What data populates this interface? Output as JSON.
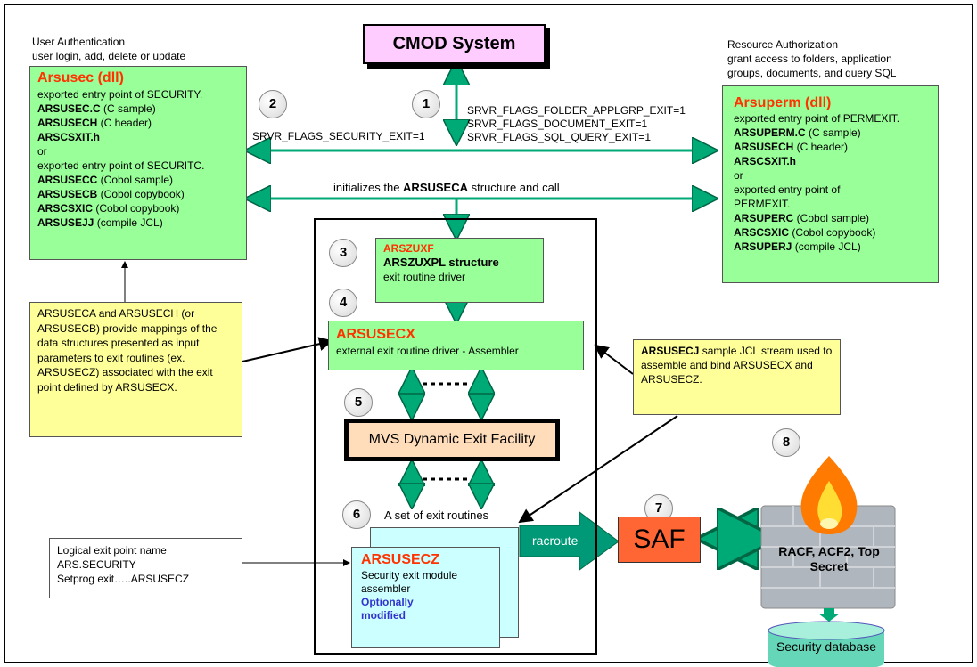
{
  "cmod_title": "CMOD System",
  "numbers": [
    "1",
    "2",
    "3",
    "4",
    "5",
    "6",
    "7",
    "8"
  ],
  "user_auth": {
    "title": "User Authentication",
    "subtitle": "user login, add, delete or update"
  },
  "arsusec": {
    "title": "Arsusec (dll)",
    "lines": [
      {
        "b": "",
        "t": "exported entry point of SECURITY."
      },
      {
        "b": "ARSUSEC.C",
        "t": " (C sample)"
      },
      {
        "b": "ARSUSECH",
        "t": " (C header)"
      },
      {
        "b": "ARSCSXIT.h",
        "t": ""
      },
      {
        "b": "",
        "t": "or"
      },
      {
        "b": "",
        "t": "exported entry point of SECURITC."
      },
      {
        "b": "ARSUSECC",
        "t": " (Cobol sample)"
      },
      {
        "b": "ARSUSECB",
        "t": " (Cobol copybook)"
      },
      {
        "b": "ARSCSXIC",
        "t": " (Cobol copybook)"
      },
      {
        "b": "ARSUSEJJ",
        "t": " (compile JCL)"
      }
    ]
  },
  "resource_auth": {
    "title": "Resource Authorization",
    "subtitle1": "grant access to folders, application",
    "subtitle2": "groups, documents, and query SQL"
  },
  "arsuperm": {
    "title": "Arsuperm (dll)",
    "lines": [
      {
        "b": "",
        "t": "exported entry point of PERMEXIT."
      },
      {
        "b": "ARSUPERM.C",
        "t": " (C sample)"
      },
      {
        "b": "ARSUSECH",
        "t": " (C header)"
      },
      {
        "b": "ARSCSXIT.h",
        "t": ""
      },
      {
        "b": "",
        "t": "or"
      },
      {
        "b": "",
        "t": "exported entry point of"
      },
      {
        "b": "",
        "t": "PERMEXIT."
      },
      {
        "b": "ARSUPERC",
        "t": " (Cobol sample)"
      },
      {
        "b": "ARSCSXIC",
        "t": " (Cobol copybook)"
      },
      {
        "b": "ARSUPERJ",
        "t": " (compile JCL)"
      }
    ]
  },
  "flags": {
    "security": "SRVR_FLAGS_SECURITY_EXIT=1",
    "folder": "SRVR_FLAGS_FOLDER_APPLGRP_EXIT=1",
    "document": "SRVR_FLAGS_DOCUMENT_EXIT=1",
    "sql": "SRVR_FLAGS_SQL_QUERY_EXIT=1"
  },
  "init": {
    "pre": "initializes the ",
    "bold": "ARSUSECA",
    "post": " structure and call"
  },
  "arszuxf": {
    "title": "ARSZUXF",
    "struct": "ARSZUXPL structure",
    "desc": "exit routine driver"
  },
  "arsusecx": {
    "title": "ARSUSECX",
    "desc": "external exit routine driver - Assembler"
  },
  "mappings_note": "ARSUSECA and ARSUSECH (or ARSUSECB) provide mappings of the data structures presented as input parameters to exit routines (ex. ARSUSECZ) associated with the exit point defined by ARSUSECX.",
  "jcl_note": {
    "bold": "ARSUSECJ",
    "text": " sample JCL stream used to assemble and bind ARSUSECX and ARSUSECZ."
  },
  "mvs": "MVS Dynamic Exit Facility",
  "exit_set": "A set of exit routines",
  "arsusecz": {
    "title": "ARSUSECZ",
    "l1": "Security exit module",
    "l2": "assembler",
    "opt1": "Optionally",
    "opt2": "modified"
  },
  "logical": {
    "l1": "Logical exit point name",
    "l2": "ARS.SECURITY",
    "l3": "Setprog exit…..ARSUSECZ"
  },
  "racroute": "racroute",
  "saf": "SAF",
  "racf": "RACF, ACF2, Top Secret",
  "security_db": "Security database",
  "colors": {
    "green": "#99ff99",
    "yellow": "#ffff99",
    "cyan": "#ccffff",
    "saf": "#ff6633",
    "mvs": "#ffddbb",
    "arrow": "#00aa77",
    "title_red": "#ff3300",
    "blue": "#3333cc"
  }
}
